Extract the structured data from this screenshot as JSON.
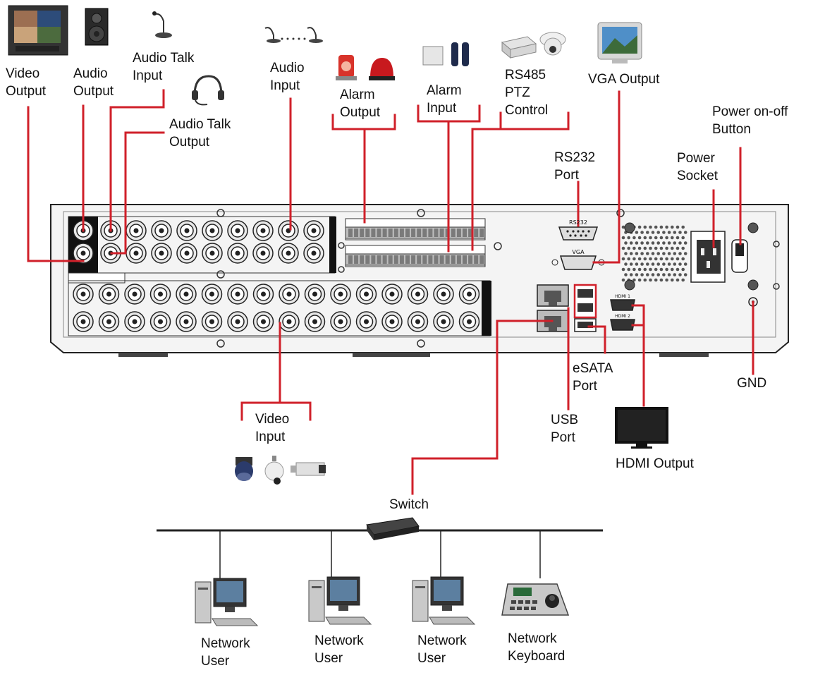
{
  "labels": {
    "video_output": [
      "Video",
      "Output"
    ],
    "audio_output": [
      "Audio",
      "Output"
    ],
    "audio_talk_input": [
      "Audio Talk",
      "Input"
    ],
    "audio_talk_output": [
      "Audio Talk",
      "Output"
    ],
    "audio_input": [
      "Audio",
      "Input"
    ],
    "alarm_output": [
      "Alarm",
      "Output"
    ],
    "alarm_input": [
      "Alarm",
      "Input"
    ],
    "rs485": [
      "RS485",
      "PTZ",
      "Control"
    ],
    "vga_output": [
      "VGA Output"
    ],
    "power_button": [
      "Power on-off",
      "Button"
    ],
    "rs232": [
      "RS232",
      "Port"
    ],
    "power_socket": [
      "Power",
      "Socket"
    ],
    "esata": [
      "eSATA",
      "Port"
    ],
    "gnd": [
      "GND"
    ],
    "usb": [
      "USB",
      "Port"
    ],
    "video_input": [
      "Video",
      "Input"
    ],
    "hdmi_output": [
      "HDMI Output"
    ],
    "switch": [
      "Switch"
    ],
    "network_user_1": [
      "Network",
      "User"
    ],
    "network_user_2": [
      "Network",
      "User"
    ],
    "network_user_3": [
      "Network",
      "User"
    ],
    "network_keyboard": [
      "Network",
      "Keyboard"
    ]
  },
  "panel_markings": {
    "rs232": "RS232",
    "vga": "VGA",
    "hdmi1": "HDMI 1",
    "hdmi2": "HDMI 2"
  },
  "colors": {
    "connector_line": "#d0202a",
    "network_line": "#222222",
    "panel_fill": "#f4f4f4",
    "panel_outline": "#222222",
    "strip_fill": "#111111"
  }
}
